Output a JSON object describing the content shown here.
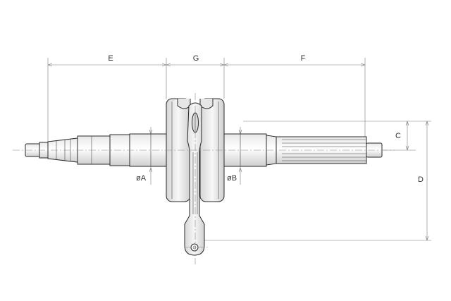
{
  "labels": {
    "e": "E",
    "g": "G",
    "f": "F",
    "c": "C",
    "d": "D",
    "dia_a": "øA",
    "dia_b": "øB"
  },
  "colors": {
    "line": "#2a2a2a",
    "dimension": "#7a7a7a",
    "fill_light": "#f2f2f2",
    "fill_shade": "#dcdcdc"
  }
}
